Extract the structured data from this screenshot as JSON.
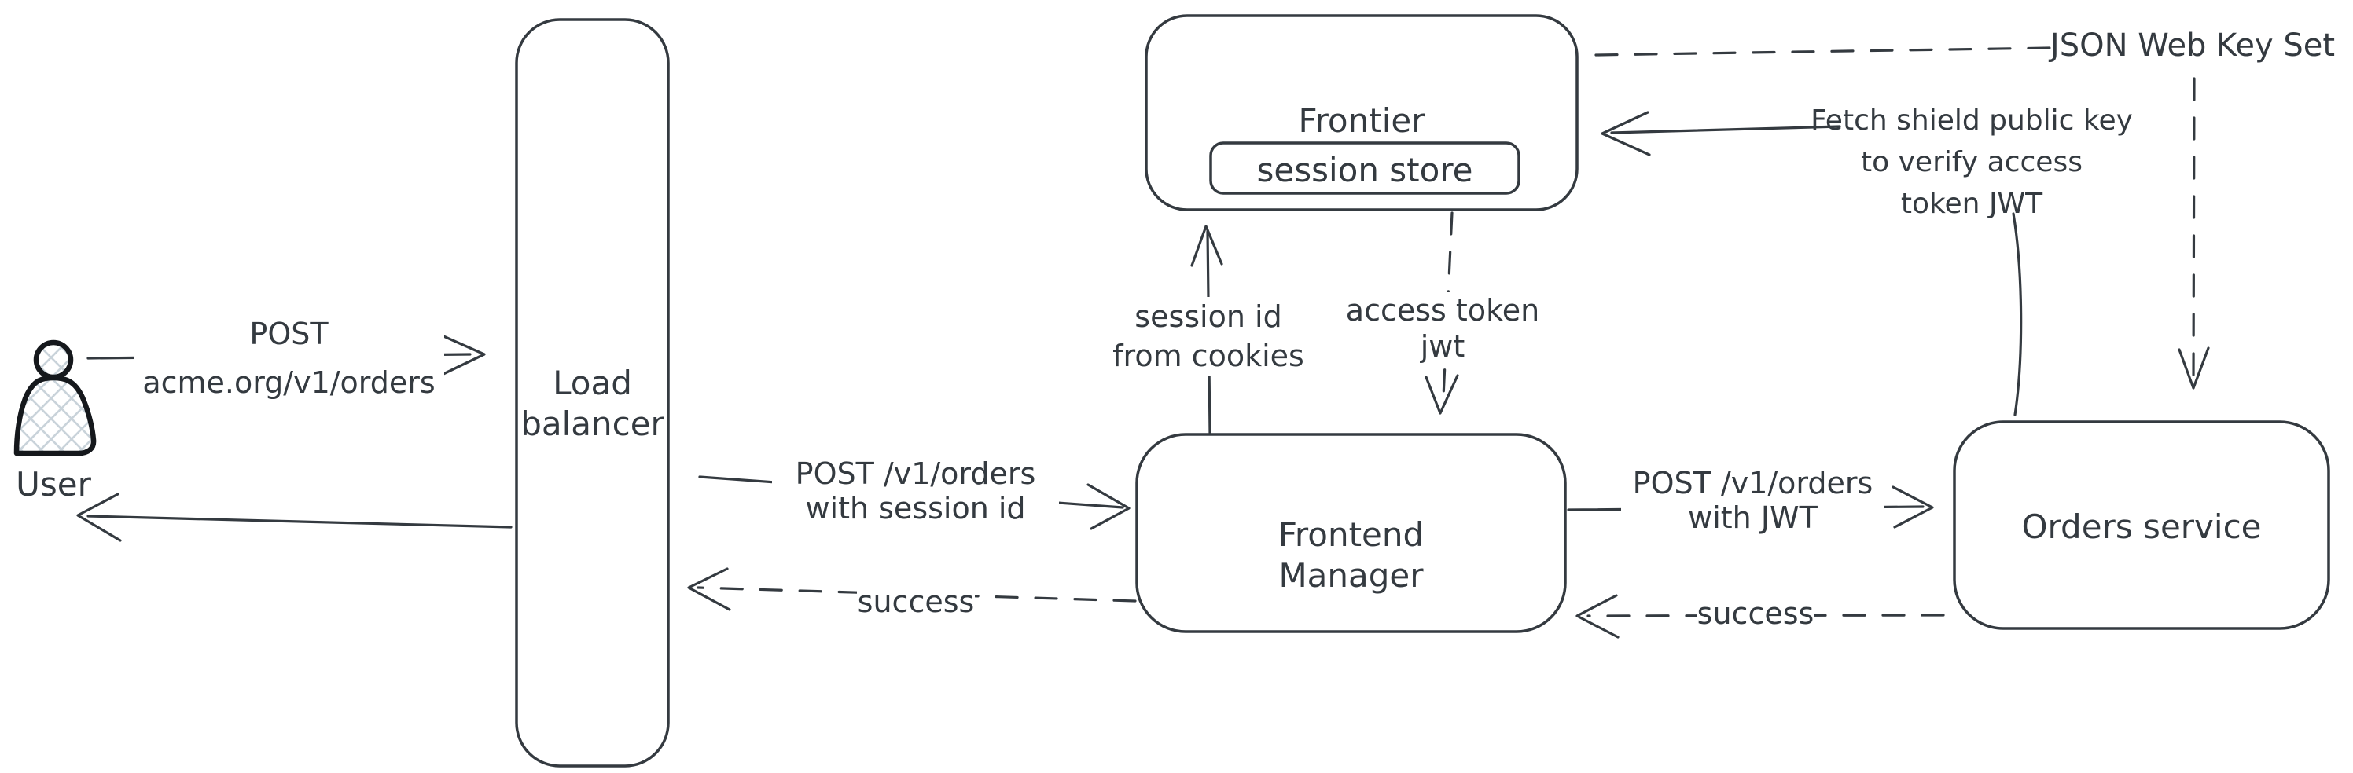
{
  "diagram_type": "architecture-flow",
  "colors": {
    "stroke": "#343a40",
    "user_stroke": "#15181c",
    "hatch": "#c9d3da",
    "background": "#ffffff",
    "label_bg": "#ffffff"
  },
  "nodes": {
    "user": {
      "label": "User"
    },
    "load_balancer": {
      "label": "Load\nbalancer"
    },
    "frontier": {
      "label": "Frontier"
    },
    "session_store": {
      "label": "session store"
    },
    "frontend_manager": {
      "label": "Frontend\nManager"
    },
    "orders_service": {
      "label": "Orders service"
    }
  },
  "edges": {
    "user_to_lb": {
      "label": "POST\nacme.org/v1/orders",
      "style": "solid",
      "from": "user",
      "to": "load_balancer"
    },
    "lb_to_user": {
      "label": "",
      "style": "solid",
      "from": "load_balancer",
      "to": "user"
    },
    "lb_to_fm": {
      "label": "POST /v1/orders\nwith session id",
      "style": "solid",
      "from": "load_balancer",
      "to": "frontend_manager"
    },
    "fm_to_lb": {
      "label": "success",
      "style": "dashed",
      "from": "frontend_manager",
      "to": "load_balancer"
    },
    "fm_to_frontier": {
      "label": "session id\nfrom cookies",
      "style": "solid",
      "from": "frontend_manager",
      "to": "frontier"
    },
    "frontier_to_fm": {
      "label": "access token\njwt",
      "style": "dashed",
      "from": "frontier",
      "to": "frontend_manager"
    },
    "fm_to_orders": {
      "label": "POST /v1/orders\nwith JWT",
      "style": "solid",
      "from": "frontend_manager",
      "to": "orders_service"
    },
    "orders_to_fm": {
      "label": "success",
      "style": "dashed",
      "from": "orders_service",
      "to": "frontend_manager"
    },
    "frontier_to_jwks": {
      "label": "JSON Web Key Set",
      "style": "dashed",
      "from": "frontier",
      "to": "jwks"
    },
    "jwks_to_orders": {
      "label": "",
      "style": "dashed",
      "from": "jwks",
      "to": "orders_service"
    },
    "orders_to_frontier": {
      "label": "Fetch shield public key\nto verify access\ntoken JWT",
      "style": "solid",
      "from": "orders_service",
      "to": "frontier"
    }
  }
}
